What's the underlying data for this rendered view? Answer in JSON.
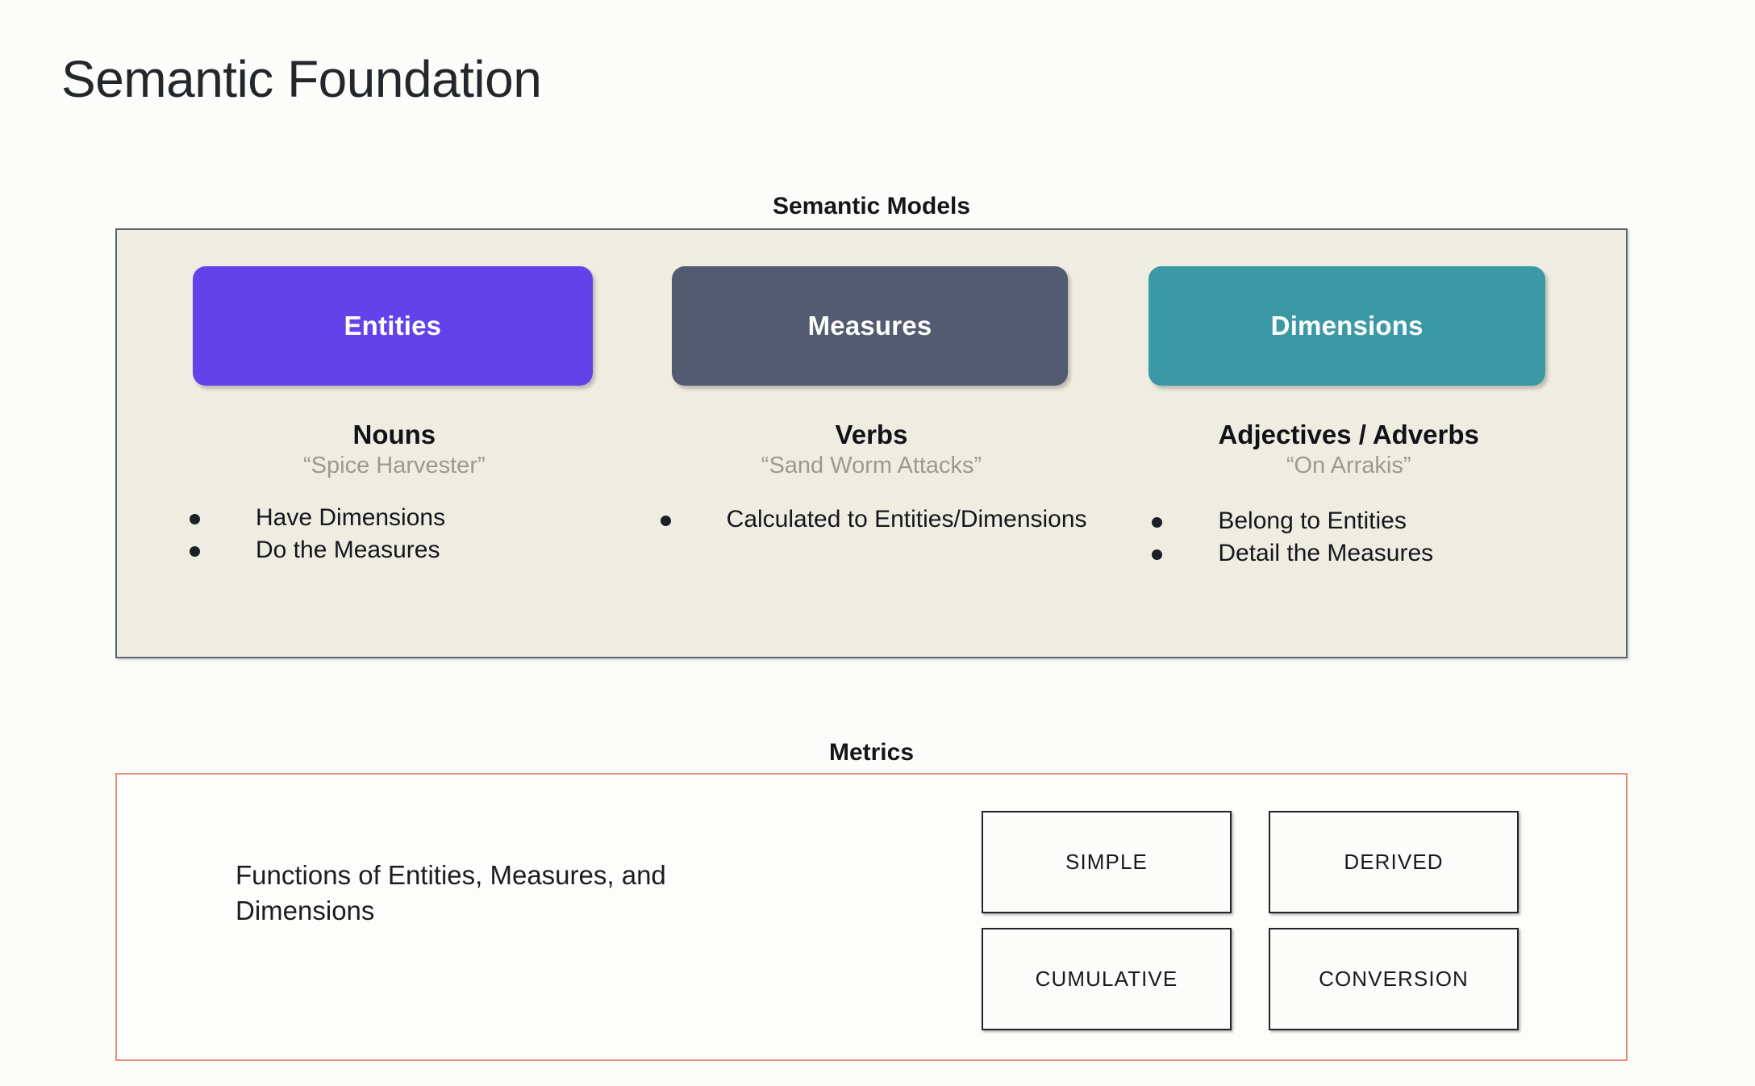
{
  "page": {
    "title": "Semantic Foundation",
    "background_color": "#fcfdfa"
  },
  "semantic_models": {
    "heading": "Semantic Models",
    "panel_background": "#efede1",
    "panel_border_color": "#5c6472",
    "columns": [
      {
        "chip_label": "Entities",
        "chip_color": "#6243ea",
        "part_of_speech": "Nouns",
        "example": "“Spice Harvester”",
        "bullets": [
          "Have Dimensions",
          "Do the Measures"
        ]
      },
      {
        "chip_label": "Measures",
        "chip_color": "#525b70",
        "part_of_speech": "Verbs",
        "example": "“Sand Worm Attacks”",
        "bullets": [
          "Calculated to Entities/Dimensions"
        ]
      },
      {
        "chip_label": "Dimensions",
        "chip_color": "#3b99a5",
        "part_of_speech": "Adjectives / Adverbs",
        "example": "“On Arrakis”",
        "bullets": [
          "Belong to Entities",
          "Detail the Measures"
        ]
      }
    ]
  },
  "metrics": {
    "heading": "Metrics",
    "panel_border_color": "#e4907a",
    "description": "Functions of Entities, Measures, and Dimensions",
    "types": [
      "SIMPLE",
      "DERIVED",
      "CUMULATIVE",
      "CONVERSION"
    ]
  }
}
